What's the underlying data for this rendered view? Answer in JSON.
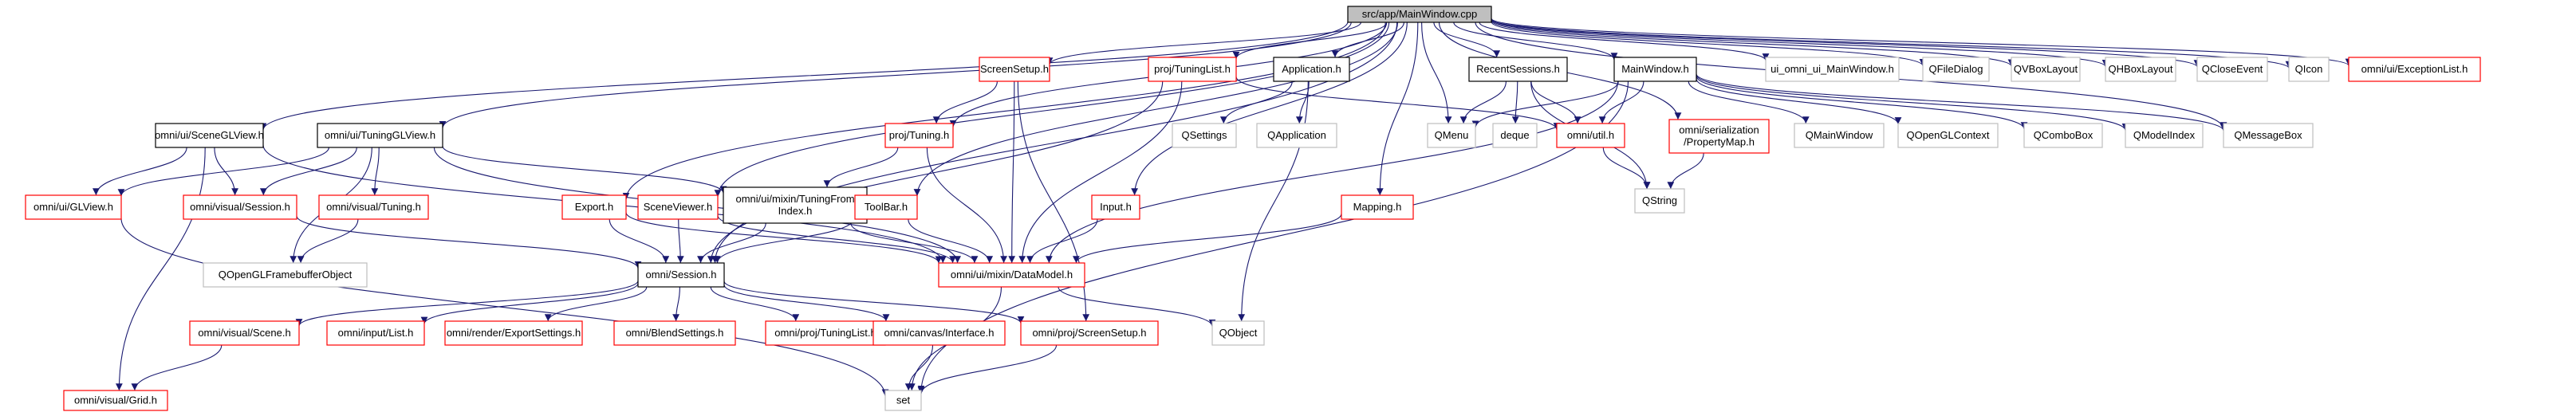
{
  "graph": {
    "title": "",
    "colors": {
      "edge": "#191970",
      "root_fill": "#bfbfbf",
      "root_border": "#000000",
      "documented_border": "#000000",
      "undocumented_border": "#ff0000",
      "external_border": "#bfbfbf",
      "node_fill": "#ffffff"
    },
    "nodes": [
      {
        "id": "main",
        "label": "src/app/MainWindow.cpp",
        "kind": "root"
      },
      {
        "id": "sceneglview",
        "label": "omni/ui/SceneGLView.h",
        "kind": "documented"
      },
      {
        "id": "tuningglview",
        "label": "omni/ui/TuningGLView.h",
        "kind": "documented"
      },
      {
        "id": "screensetup",
        "label": "ScreenSetup.h",
        "kind": "undocumented"
      },
      {
        "id": "projtuninglist",
        "label": "proj/TuningList.h",
        "kind": "undocumented"
      },
      {
        "id": "application",
        "label": "Application.h",
        "kind": "documented"
      },
      {
        "id": "recentsessions",
        "label": "RecentSessions.h",
        "kind": "documented"
      },
      {
        "id": "mainwindowh",
        "label": "MainWindow.h",
        "kind": "documented"
      },
      {
        "id": "uiomni",
        "label": "ui_omni_ui_MainWindow.h",
        "kind": "external"
      },
      {
        "id": "qfiledialog",
        "label": "QFileDialog",
        "kind": "external"
      },
      {
        "id": "qvboxlayout",
        "label": "QVBoxLayout",
        "kind": "external"
      },
      {
        "id": "qhboxlayout",
        "label": "QHBoxLayout",
        "kind": "external"
      },
      {
        "id": "qcloseevent",
        "label": "QCloseEvent",
        "kind": "external"
      },
      {
        "id": "qicon",
        "label": "QIcon",
        "kind": "external"
      },
      {
        "id": "exceptionlist",
        "label": "omni/ui/ExceptionList.h",
        "kind": "undocumented"
      },
      {
        "id": "glview",
        "label": "omni/ui/GLView.h",
        "kind": "undocumented"
      },
      {
        "id": "visualsession",
        "label": "omni/visual/Session.h",
        "kind": "undocumented"
      },
      {
        "id": "visualtuning",
        "label": "omni/visual/Tuning.h",
        "kind": "undocumented"
      },
      {
        "id": "projtuning",
        "label": "proj/Tuning.h",
        "kind": "undocumented"
      },
      {
        "id": "tuningfromindex",
        "label": "omni/ui/mixin/TuningFrom\nIndex.h",
        "kind": "documented"
      },
      {
        "id": "export",
        "label": "Export.h",
        "kind": "undocumented"
      },
      {
        "id": "sceneviewer",
        "label": "SceneViewer.h",
        "kind": "undocumented"
      },
      {
        "id": "toolbar",
        "label": "ToolBar.h",
        "kind": "undocumented"
      },
      {
        "id": "input",
        "label": "Input.h",
        "kind": "undocumented"
      },
      {
        "id": "mapping",
        "label": "Mapping.h",
        "kind": "undocumented"
      },
      {
        "id": "qsettings",
        "label": "QSettings",
        "kind": "external"
      },
      {
        "id": "qapplication",
        "label": "QApplication",
        "kind": "external"
      },
      {
        "id": "qmenu",
        "label": "QMenu",
        "kind": "external"
      },
      {
        "id": "deque",
        "label": "deque",
        "kind": "external"
      },
      {
        "id": "omniutil",
        "label": "omni/util.h",
        "kind": "undocumented"
      },
      {
        "id": "propertymap",
        "label": "omni/serialization\n/PropertyMap.h",
        "kind": "undocumented"
      },
      {
        "id": "qmainwindow",
        "label": "QMainWindow",
        "kind": "external"
      },
      {
        "id": "qopenglcontext",
        "label": "QOpenGLContext",
        "kind": "external"
      },
      {
        "id": "qcombobox",
        "label": "QComboBox",
        "kind": "external"
      },
      {
        "id": "qmodelindex",
        "label": "QModelIndex",
        "kind": "external"
      },
      {
        "id": "qmessagebox",
        "label": "QMessageBox",
        "kind": "external"
      },
      {
        "id": "qstring",
        "label": "QString",
        "kind": "external"
      },
      {
        "id": "qfbo",
        "label": "QOpenGLFramebufferObject",
        "kind": "external"
      },
      {
        "id": "session",
        "label": "omni/Session.h",
        "kind": "documented"
      },
      {
        "id": "datamodel",
        "label": "omni/ui/mixin/DataModel.h",
        "kind": "undocumented"
      },
      {
        "id": "qobject",
        "label": "QObject",
        "kind": "external"
      },
      {
        "id": "visualscene",
        "label": "omni/visual/Scene.h",
        "kind": "undocumented"
      },
      {
        "id": "inputlist",
        "label": "omni/input/List.h",
        "kind": "undocumented"
      },
      {
        "id": "exportsettings",
        "label": "omni/render/ExportSettings.h",
        "kind": "undocumented"
      },
      {
        "id": "blendsettings",
        "label": "omni/BlendSettings.h",
        "kind": "undocumented"
      },
      {
        "id": "omniprojtuninglist",
        "label": "omni/proj/TuningList.h",
        "kind": "undocumented"
      },
      {
        "id": "canvasinterface",
        "label": "omni/canvas/Interface.h",
        "kind": "undocumented"
      },
      {
        "id": "omniprojscreensetup",
        "label": "omni/proj/ScreenSetup.h",
        "kind": "undocumented"
      },
      {
        "id": "visualgrid",
        "label": "omni/visual/Grid.h",
        "kind": "undocumented"
      },
      {
        "id": "set",
        "label": "set",
        "kind": "external"
      }
    ],
    "edges": [
      [
        "main",
        "sceneglview"
      ],
      [
        "main",
        "tuningglview"
      ],
      [
        "main",
        "screensetup"
      ],
      [
        "main",
        "projtuninglist"
      ],
      [
        "main",
        "application"
      ],
      [
        "main",
        "recentsessions"
      ],
      [
        "main",
        "mainwindowh"
      ],
      [
        "main",
        "uiomni"
      ],
      [
        "main",
        "qfiledialog"
      ],
      [
        "main",
        "qvboxlayout"
      ],
      [
        "main",
        "qhboxlayout"
      ],
      [
        "main",
        "qcloseevent"
      ],
      [
        "main",
        "qicon"
      ],
      [
        "main",
        "exceptionlist"
      ],
      [
        "main",
        "projtuning"
      ],
      [
        "main",
        "export"
      ],
      [
        "main",
        "sceneviewer"
      ],
      [
        "main",
        "toolbar"
      ],
      [
        "main",
        "input"
      ],
      [
        "main",
        "mapping"
      ],
      [
        "main",
        "qmenu"
      ],
      [
        "main",
        "propertymap"
      ],
      [
        "main",
        "qmessagebox"
      ],
      [
        "main",
        "session"
      ],
      [
        "sceneglview",
        "glview"
      ],
      [
        "sceneglview",
        "visualsession"
      ],
      [
        "sceneglview",
        "datamodel"
      ],
      [
        "sceneglview",
        "visualgrid"
      ],
      [
        "tuningglview",
        "glview"
      ],
      [
        "tuningglview",
        "visualsession"
      ],
      [
        "tuningglview",
        "visualtuning"
      ],
      [
        "tuningglview",
        "tuningfromindex"
      ],
      [
        "tuningglview",
        "qfbo"
      ],
      [
        "tuningglview",
        "datamodel"
      ],
      [
        "screensetup",
        "projtuning"
      ],
      [
        "screensetup",
        "datamodel"
      ],
      [
        "screensetup",
        "omniprojscreensetup"
      ],
      [
        "projtuninglist",
        "omniutil"
      ],
      [
        "projtuninglist",
        "datamodel"
      ],
      [
        "projtuninglist",
        "session"
      ],
      [
        "application",
        "qsettings"
      ],
      [
        "application",
        "qapplication"
      ],
      [
        "application",
        "qobject"
      ],
      [
        "recentsessions",
        "qmenu"
      ],
      [
        "recentsessions",
        "deque"
      ],
      [
        "recentsessions",
        "omniutil"
      ],
      [
        "recentsessions",
        "qstring"
      ],
      [
        "mainwindowh",
        "omniutil"
      ],
      [
        "mainwindowh",
        "qmainwindow"
      ],
      [
        "mainwindowh",
        "qopenglcontext"
      ],
      [
        "mainwindowh",
        "qcombobox"
      ],
      [
        "mainwindowh",
        "qmodelindex"
      ],
      [
        "mainwindowh",
        "qmessagebox"
      ],
      [
        "mainwindowh",
        "datamodel"
      ],
      [
        "mainwindowh",
        "set"
      ],
      [
        "mainwindowh",
        "qmenu"
      ],
      [
        "propertymap",
        "qstring"
      ],
      [
        "omniutil",
        "qstring"
      ],
      [
        "glview",
        "set"
      ],
      [
        "visualsession",
        "session"
      ],
      [
        "visualtuning",
        "qfbo"
      ],
      [
        "projtuning",
        "tuningfromindex"
      ],
      [
        "projtuning",
        "datamodel"
      ],
      [
        "tuningfromindex",
        "session"
      ],
      [
        "tuningfromindex",
        "datamodel"
      ],
      [
        "export",
        "session"
      ],
      [
        "export",
        "datamodel"
      ],
      [
        "sceneviewer",
        "session"
      ],
      [
        "sceneviewer",
        "datamodel"
      ],
      [
        "toolbar",
        "session"
      ],
      [
        "toolbar",
        "datamodel"
      ],
      [
        "input",
        "datamodel"
      ],
      [
        "mapping",
        "datamodel"
      ],
      [
        "session",
        "visualscene"
      ],
      [
        "session",
        "inputlist"
      ],
      [
        "session",
        "exportsettings"
      ],
      [
        "session",
        "blendsettings"
      ],
      [
        "session",
        "omniprojtuninglist"
      ],
      [
        "session",
        "canvasinterface"
      ],
      [
        "session",
        "omniprojscreensetup"
      ],
      [
        "datamodel",
        "qobject"
      ],
      [
        "datamodel",
        "set"
      ],
      [
        "visualscene",
        "visualgrid"
      ],
      [
        "canvasinterface",
        "set"
      ],
      [
        "omniprojscreensetup",
        "set"
      ]
    ]
  }
}
